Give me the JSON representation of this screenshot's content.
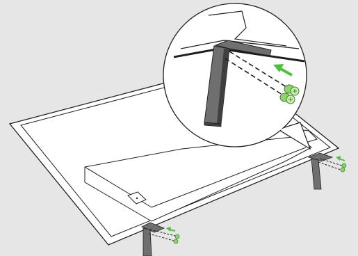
{
  "diagram": {
    "subject": "tv-stand-installation",
    "colors": {
      "background": "#e6e6e6",
      "panel": "#ffffff",
      "outline": "#1f1f1f",
      "stand": "#6f6f6f",
      "stand_dark": "#3f3f3f",
      "arrow": "#4fbf3f",
      "screw": "#8ed36b",
      "screw_dark": "#3d7f2a",
      "magnifier_fill": "#ffffff"
    },
    "parts": [
      {
        "id": "tv",
        "icon": "tv-back-panel-icon"
      },
      {
        "id": "stand-left",
        "icon": "stand-leg-icon"
      },
      {
        "id": "stand-right",
        "icon": "stand-leg-icon"
      },
      {
        "id": "screws",
        "icon": "screw-icon",
        "count_per_stand": 2
      }
    ]
  }
}
